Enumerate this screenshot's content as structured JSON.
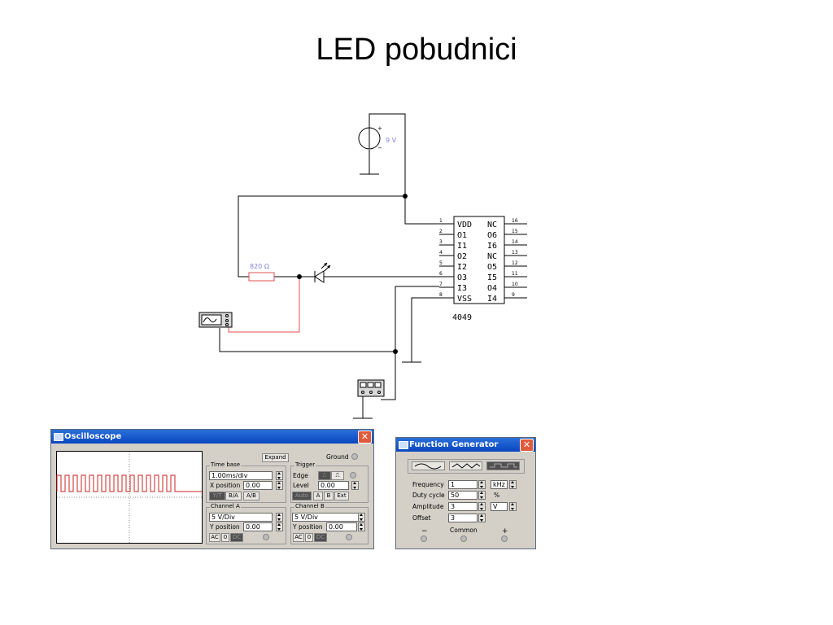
{
  "title": "LED pobudnici",
  "circuit": {
    "voltage_label": "9 V",
    "source_plus": "+",
    "source_minus": "−",
    "resistor_label": "820 Ω",
    "ic_label": "4049",
    "pins_left": [
      {
        "num": "1",
        "name": "VDD"
      },
      {
        "num": "2",
        "name": "O1"
      },
      {
        "num": "3",
        "name": "I1"
      },
      {
        "num": "4",
        "name": "O2"
      },
      {
        "num": "5",
        "name": "I2"
      },
      {
        "num": "6",
        "name": "O3"
      },
      {
        "num": "7",
        "name": "I3"
      },
      {
        "num": "8",
        "name": "VSS"
      }
    ],
    "pins_right": [
      {
        "num": "16",
        "name": "NC"
      },
      {
        "num": "15",
        "name": "O6"
      },
      {
        "num": "14",
        "name": "I6"
      },
      {
        "num": "13",
        "name": "NC"
      },
      {
        "num": "12",
        "name": "O5"
      },
      {
        "num": "11",
        "name": "I5"
      },
      {
        "num": "10",
        "name": "O4"
      },
      {
        "num": "9",
        "name": "I4"
      }
    ],
    "colors": {
      "wire": "#000000",
      "probe_wire": "#e05050",
      "label": "#8080e0"
    }
  },
  "oscilloscope": {
    "title": "Oscilloscope",
    "expand": "Expand",
    "ground": "Ground",
    "time_base": {
      "label": "Time base",
      "value": "1.00ms/div",
      "xpos_label": "X position",
      "xpos": "0.00",
      "modes": [
        "Y/T",
        "B/A",
        "A/B"
      ]
    },
    "trigger": {
      "label": "Trigger",
      "edge_label": "Edge",
      "level_label": "Level",
      "level": "0.00",
      "modes": [
        "Auto",
        "A",
        "B",
        "Ext"
      ]
    },
    "channel_a": {
      "label": "Channel A",
      "value": "5 V/Div",
      "ypos_label": "Y position",
      "ypos": "0.00",
      "coupling": [
        "AC",
        "0",
        "DC"
      ]
    },
    "channel_b": {
      "label": "Channel B",
      "value": "5 V/Div",
      "ypos_label": "Y position",
      "ypos": "0.00",
      "coupling": [
        "AC",
        "0",
        "DC"
      ]
    },
    "trace_color": "#cc2020"
  },
  "function_generator": {
    "title": "Function Generator",
    "frequency_label": "Frequency",
    "frequency": "1",
    "frequency_unit": "kHz",
    "duty_label": "Duty cycle",
    "duty": "50",
    "duty_unit": "%",
    "amplitude_label": "Amplitude",
    "amplitude": "3",
    "amplitude_unit": "V",
    "offset_label": "Offset",
    "offset": "3",
    "minus": "−",
    "common": "Common",
    "plus": "+"
  }
}
